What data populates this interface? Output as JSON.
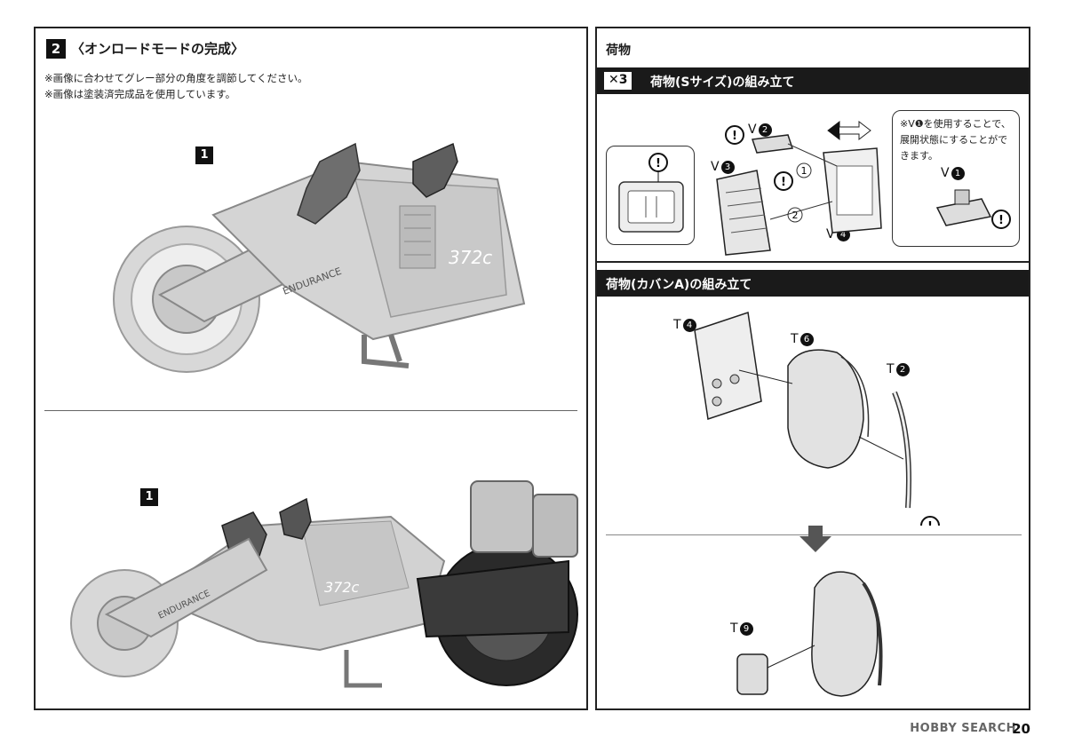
{
  "left": {
    "step_number": "2",
    "title": "〈オンロードモードの完成〉",
    "notes": [
      "※画像に合わせてグレー部分の角度を調節してください。",
      "※画像は塗装済完成品を使用しています。"
    ],
    "callouts": [
      "1",
      "1"
    ],
    "decals": {
      "number": "372c",
      "brand": "ENDURANCE"
    }
  },
  "right": {
    "cargo_title": "荷物",
    "section1": {
      "quantity": "✕3",
      "title": "荷物(Sサイズ)の組み立て",
      "parts": [
        "V",
        "V",
        "V",
        "V"
      ],
      "part_nums": [
        "2",
        "3",
        "4",
        "1"
      ],
      "steps": [
        "1",
        "2"
      ],
      "tip": "※V❶を使用することで、展開状態にすることができます。"
    },
    "section2": {
      "title": "荷物(カバンA)の組み立て",
      "parts": [
        "T",
        "T",
        "T",
        "T"
      ],
      "part_nums": [
        "4",
        "6",
        "2",
        "9"
      ]
    },
    "warning_mark": "!"
  },
  "footer": {
    "watermark": "HOBBY SEARCH",
    "page": "20"
  },
  "icons": [
    "warning-circle-icon",
    "double-arrow-icon",
    "down-arrow-icon"
  ]
}
